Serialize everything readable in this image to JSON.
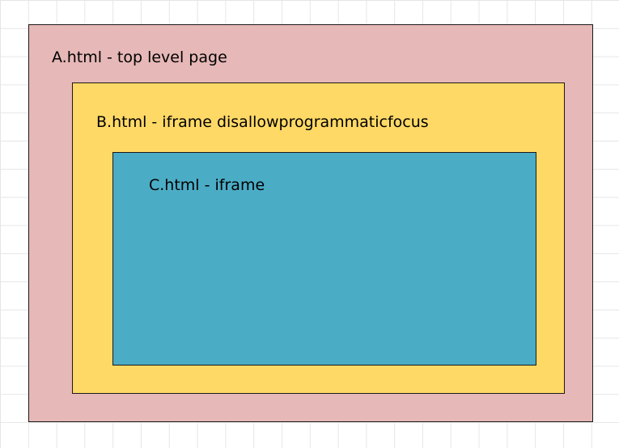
{
  "frames": [
    {
      "id": "a",
      "label": "A.html - top level page",
      "fill": "#e6b8b7"
    },
    {
      "id": "b",
      "label": "B.html - iframe disallowprogrammaticfocus",
      "fill": "#ffd966"
    },
    {
      "id": "c",
      "label": "C.html - iframe",
      "fill": "#4bacc6"
    }
  ],
  "colors": {
    "border": "#1a1a1a",
    "grid": "#e6e6e6",
    "background": "#ffffff"
  }
}
